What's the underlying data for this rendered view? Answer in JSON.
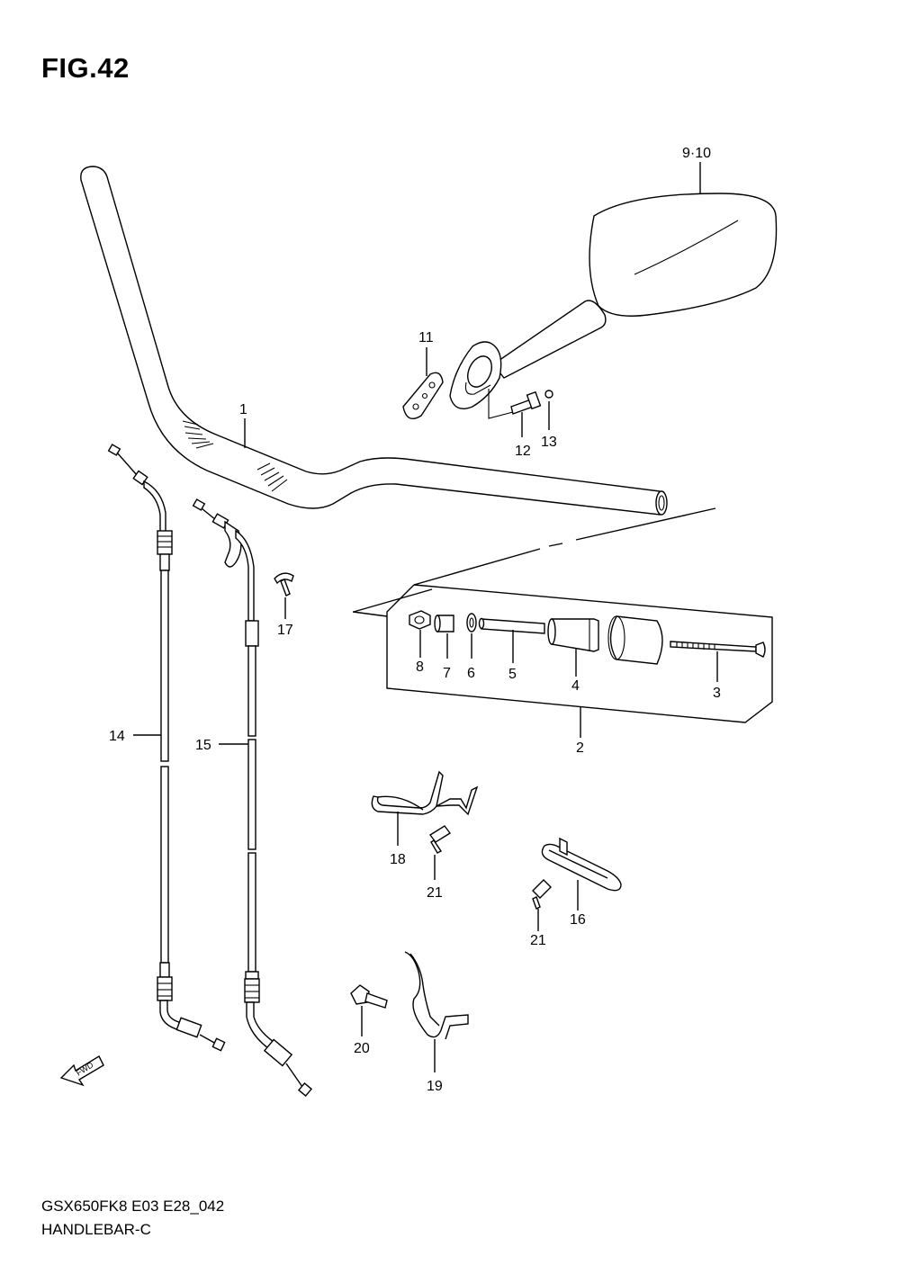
{
  "figure": {
    "title": "FIG.42"
  },
  "footer": {
    "model_code": "GSX650FK8 E03 E28_042",
    "section": "HANDLEBAR-C"
  },
  "callouts": {
    "c1": "1",
    "c2": "2",
    "c3": "3",
    "c4": "4",
    "c5": "5",
    "c6": "6",
    "c7": "7",
    "c8": "8",
    "c9_10": "9·10",
    "c11": "11",
    "c12": "12",
    "c13": "13",
    "c14": "14",
    "c15": "15",
    "c16": "16",
    "c17": "17",
    "c18": "18",
    "c19": "19",
    "c20": "20",
    "c21a": "21",
    "c21b": "21"
  },
  "direction_marker": {
    "label": "FWD",
    "icon": "fwd-arrow-icon"
  }
}
